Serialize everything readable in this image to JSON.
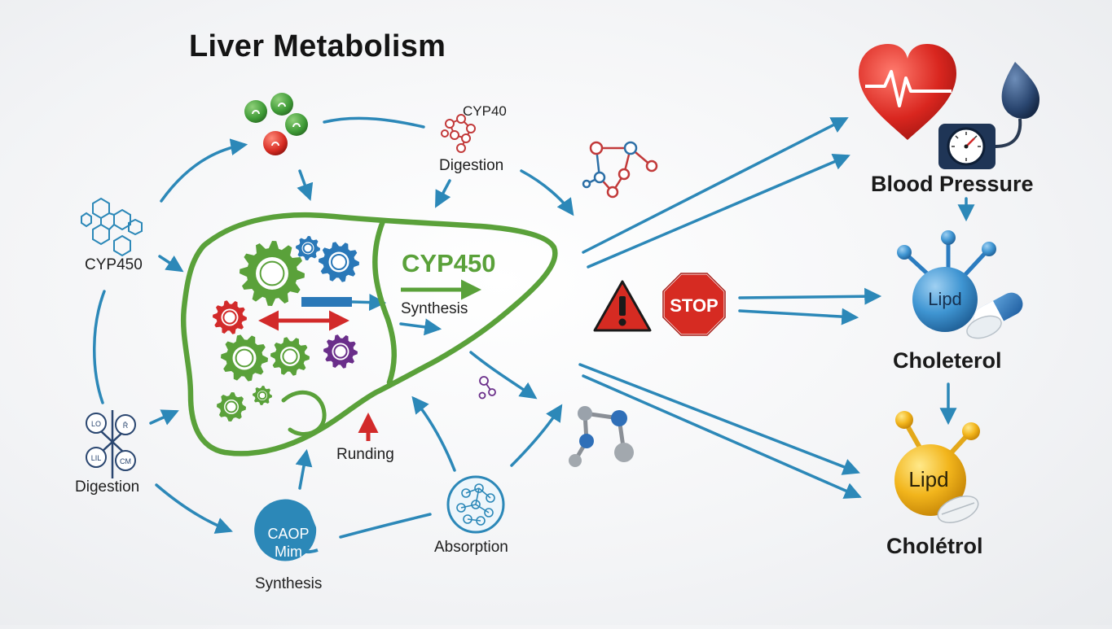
{
  "title": "Liver Metabolism",
  "labels": {
    "cyp450_left": "CYP450",
    "digestion_left": "Digestion",
    "cyp40_top": "CYP40",
    "digestion_top": "Digestion",
    "cyp450_liver": "CYP450",
    "synthesis_liver": "Synthesis",
    "runding": "Runding",
    "absorption": "Absorption",
    "synthesis_bottom": "Synthesis",
    "badge_line1": "CAOP",
    "badge_line2": "Mim",
    "stop_sign": "STOP",
    "blood_pressure": "Blood Pressure",
    "lipid_blue": "Lipd",
    "cholesterol_1": "Choleterol",
    "lipid_yellow": "Lipd",
    "cholesterol_2": "Cholétrol",
    "digestion_molecule_tl": "LO",
    "digestion_molecule_tr": "R̄",
    "digestion_molecule_bl": "LIL",
    "digestion_molecule_br": "CM"
  },
  "colors": {
    "liver_green": "#5aa13a",
    "arrow_blue": "#2c88b8",
    "accent_red": "#d22a2a",
    "gear_blue": "#2a78b8",
    "gear_purple": "#6a2e8a",
    "lipid_blue": "#3f95d2",
    "lipid_yellow": "#f2b51c"
  },
  "icons": [
    "heart-icon",
    "pulse-icon",
    "blood-pressure-gauge-icon",
    "warning-triangle-icon",
    "stop-sign-icon",
    "gear-icon",
    "molecule-icon",
    "pill-icon"
  ]
}
